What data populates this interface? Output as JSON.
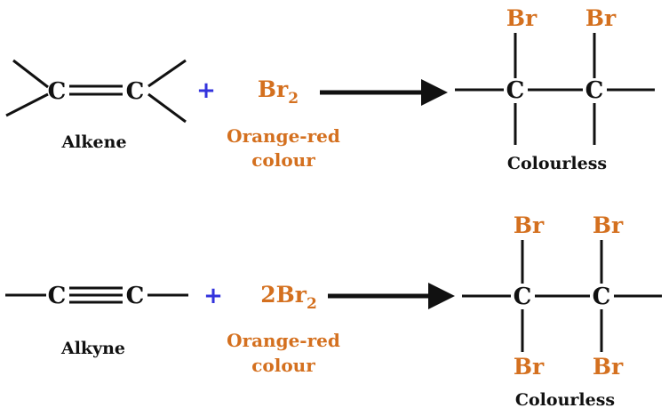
{
  "colors": {
    "bromine": "#d4701f",
    "plus": "#3333dd",
    "ink": "#111111"
  },
  "atoms": {
    "carbon": "C",
    "bromine": "Br"
  },
  "reaction1": {
    "reactant_name": "Alkene",
    "plus": "+",
    "reagent_coeff": "",
    "reagent": "Br",
    "reagent_subscript": "2",
    "reagent_colour_line1": "Orange-red",
    "reagent_colour_line2": "colour",
    "product_label": "Colourless"
  },
  "reaction2": {
    "reactant_name": "Alkyne",
    "plus": "+",
    "reagent_coeff": "2",
    "reagent": "Br",
    "reagent_subscript": "2",
    "reagent_colour_line1": "Orange-red",
    "reagent_colour_line2": "colour",
    "product_label": "Colourless"
  }
}
